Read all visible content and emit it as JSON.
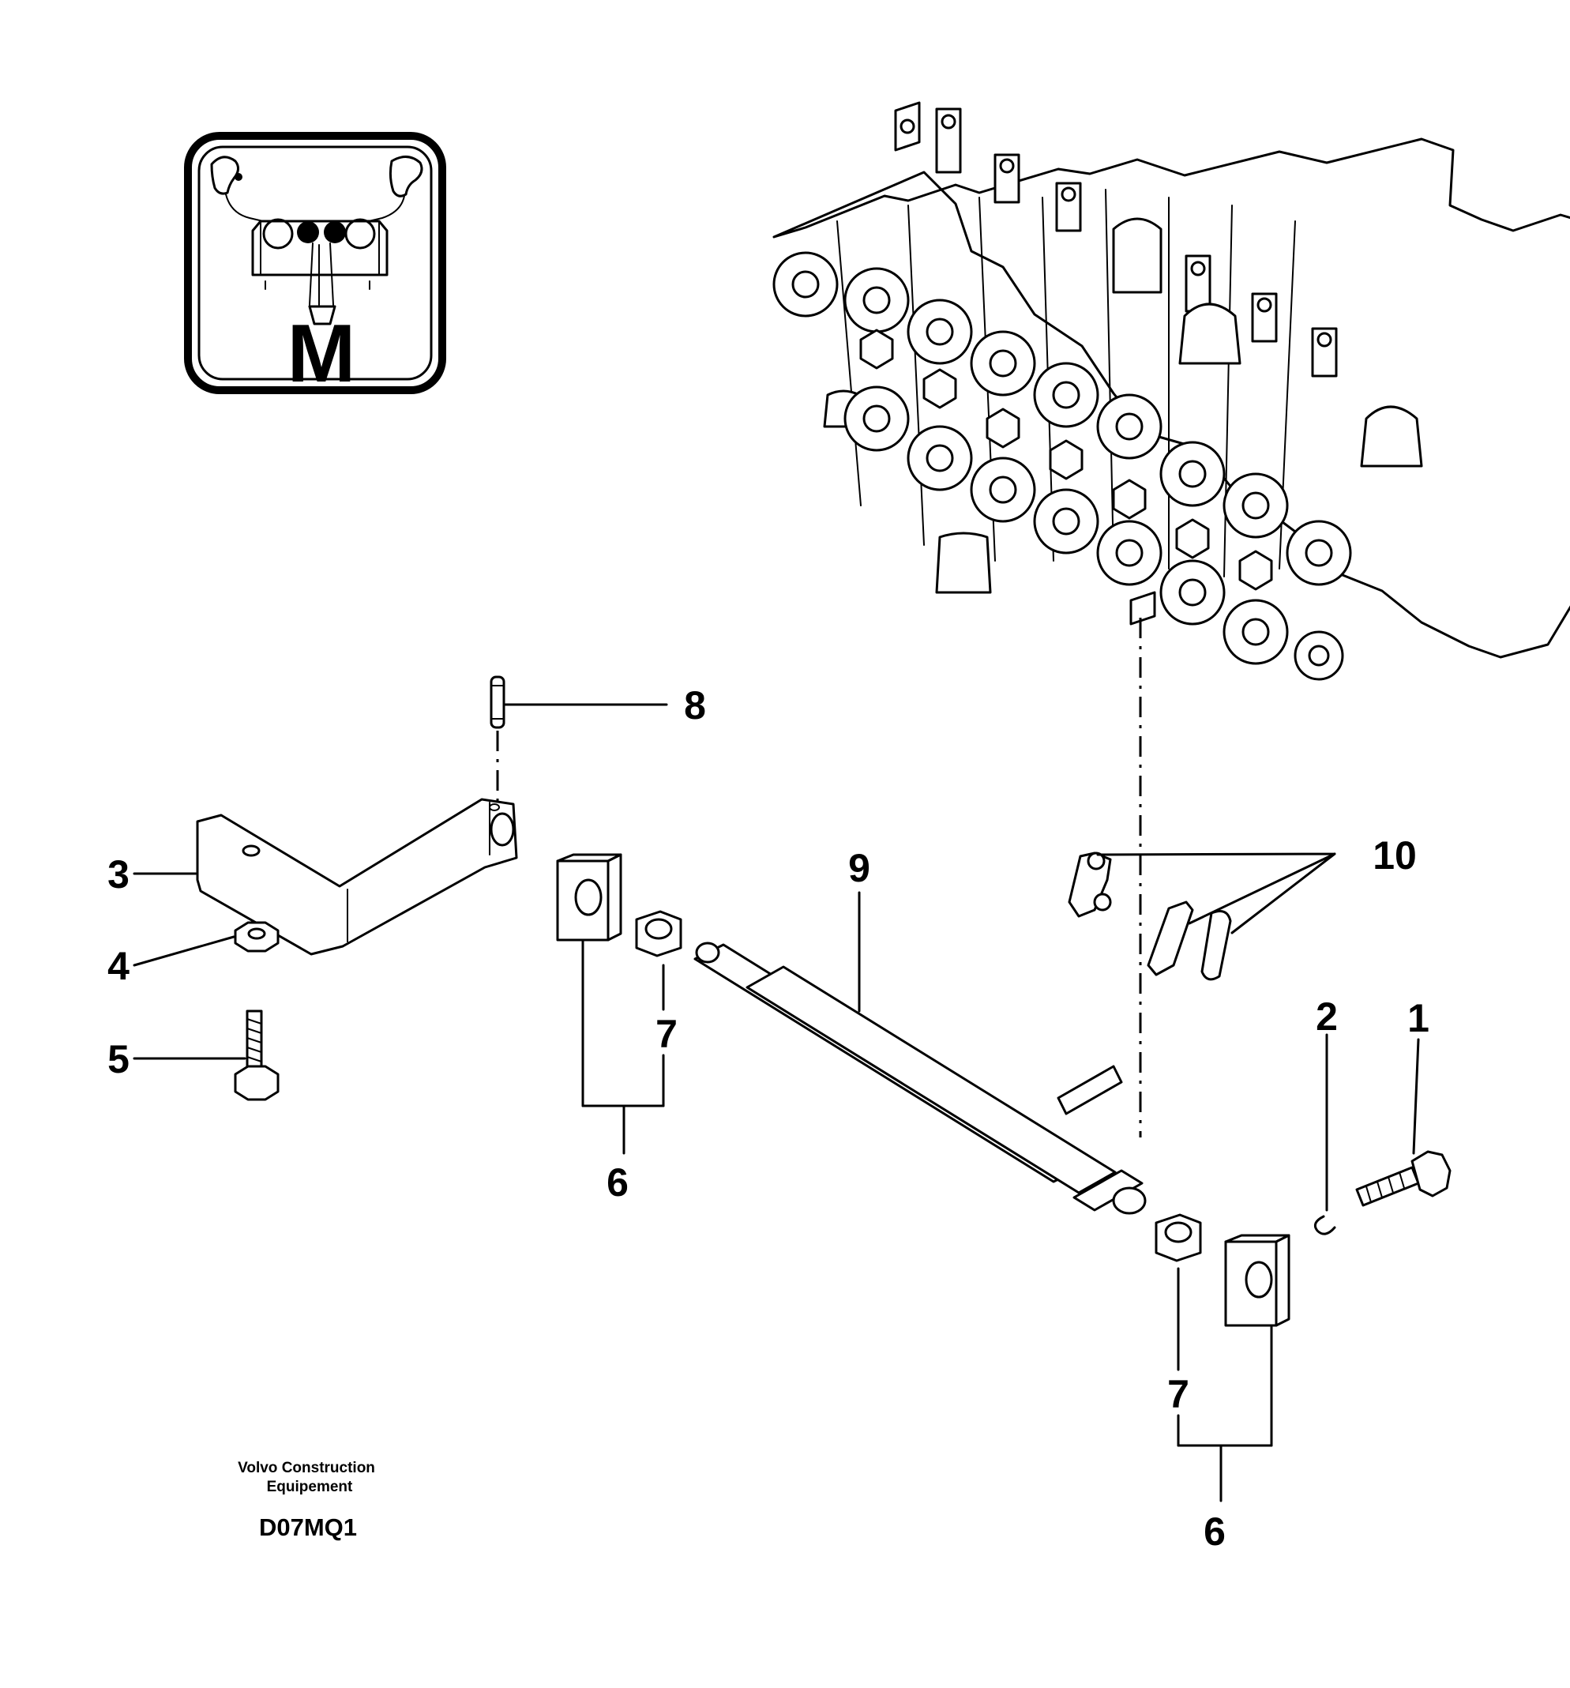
{
  "mode_icon": {
    "letter": "M",
    "icon": "joystick-control-pattern-icon"
  },
  "callouts": {
    "c1": "1",
    "c2": "2",
    "c3": "3",
    "c4": "4",
    "c5": "5",
    "c6a": "6",
    "c6b": "6",
    "c7a": "7",
    "c7b": "7",
    "c8": "8",
    "c9": "9",
    "c10": "10"
  },
  "footer": {
    "brand_line1": "Volvo Construction",
    "brand_line2": "Equipement",
    "drawing_code": "D07MQ1"
  }
}
